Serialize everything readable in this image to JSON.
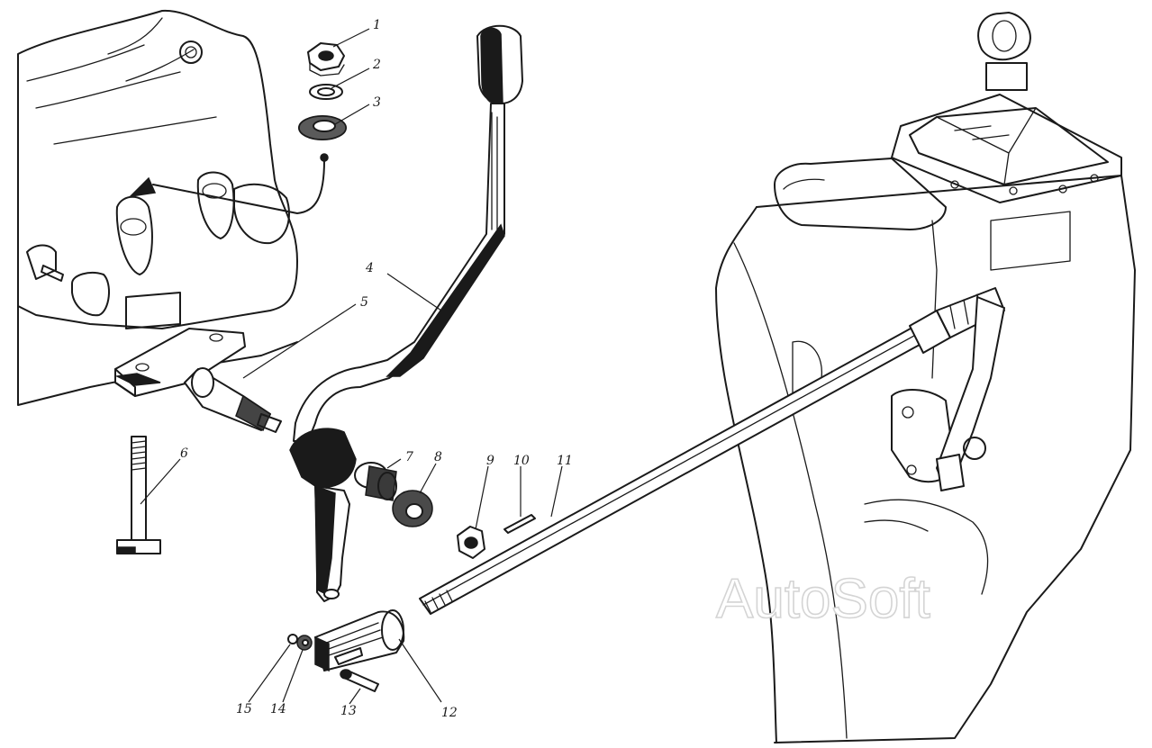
{
  "callouts": [
    {
      "id": "c1",
      "label": "1"
    },
    {
      "id": "c2",
      "label": "2"
    },
    {
      "id": "c3",
      "label": "3"
    },
    {
      "id": "c4",
      "label": "4"
    },
    {
      "id": "c5",
      "label": "5"
    },
    {
      "id": "c6",
      "label": "6"
    },
    {
      "id": "c7",
      "label": "7"
    },
    {
      "id": "c8",
      "label": "8"
    },
    {
      "id": "c9",
      "label": "9"
    },
    {
      "id": "c10",
      "label": "10"
    },
    {
      "id": "c11",
      "label": "11"
    },
    {
      "id": "c12",
      "label": "12"
    },
    {
      "id": "c13",
      "label": "13"
    },
    {
      "id": "c14",
      "label": "14"
    },
    {
      "id": "c15",
      "label": "15"
    }
  ],
  "watermark": "AutoSoft",
  "colors": {
    "ink": "#1a1a1a",
    "paper": "#ffffff",
    "watermark": "#d4d4d4"
  }
}
